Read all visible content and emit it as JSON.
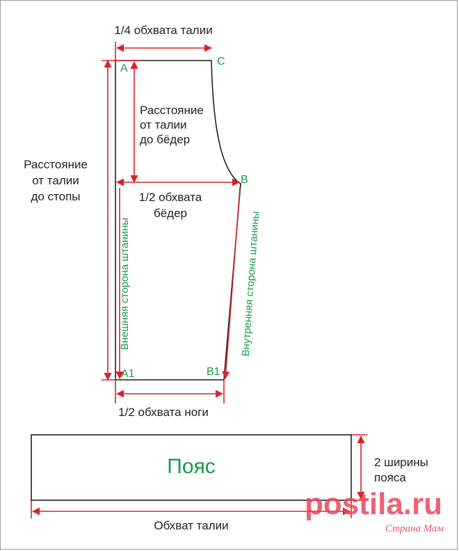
{
  "pattern": {
    "top_dim": "1/4 обхвата талии",
    "hip_dist": [
      "Расстояние",
      "от талии",
      "до бёдер"
    ],
    "foot_dist": [
      "Расстояние",
      "от талии",
      "до стопы"
    ],
    "hip_dim": [
      "1/2 обхвата",
      "бёдер"
    ],
    "leg_dim": "1/2 обхвата ноги",
    "outer_side": "Внешняя сторона штанины",
    "inner_side": "Внутренняя сторона штанины",
    "points": {
      "a": "A",
      "c": "C",
      "b": "B",
      "a1": "A1",
      "b1": "B1"
    }
  },
  "belt": {
    "label": "Пояс",
    "width_label": [
      "2 ширины",
      "пояса"
    ],
    "length_label": "Обхват талии"
  },
  "colors": {
    "dimension": "#d8232a",
    "points": "#1a9a4a",
    "outline": "#1f1f1f"
  },
  "watermark": {
    "main": "postila.ru",
    "sub": "Страна Мам"
  }
}
